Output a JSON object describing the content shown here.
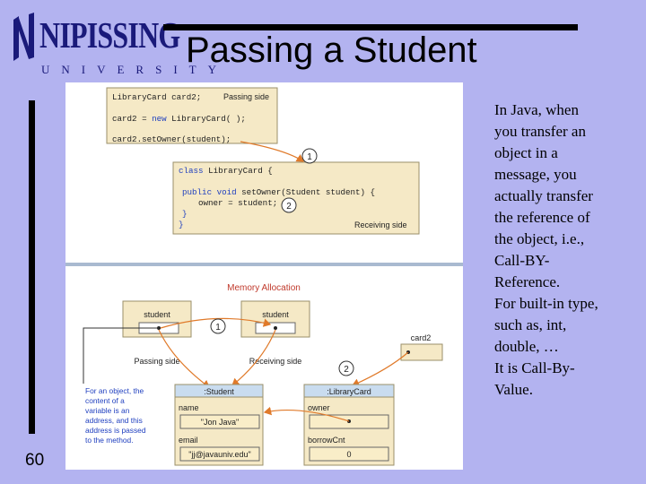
{
  "logo": {
    "wordmark": "NIPISSING",
    "subtitle": "UNIVERSITY"
  },
  "slide": {
    "title": "Passing a Student",
    "page_number": "60",
    "body_lines": [
      "In Java, when",
      "you transfer an",
      "object in a",
      "message, you",
      "actually transfer",
      "the reference of",
      "the object, i.e.,",
      "Call-BY-",
      "Reference.",
      "For built-in type,",
      "such as, int,",
      "double, …",
      "It is Call-By-",
      "Value."
    ]
  },
  "figure": {
    "passing_code": {
      "line1": "LibraryCard card2;",
      "line2_pre": "card2 = ",
      "line2_kw": "new",
      "line2_post": " LibraryCard( );",
      "line3": "card2.setOwner(student);",
      "side_label": "Passing side"
    },
    "receiving_code": {
      "line1_kw": "class",
      "line1_post": " LibraryCard {",
      "line2_kw": "public void",
      "line2_post": " setOwner(Student student) {",
      "line3": "owner = student;",
      "line4": "}",
      "line5": "}",
      "side_label": "Receiving side"
    },
    "markers": {
      "one": "1",
      "two": "2"
    },
    "memory": {
      "heading": "Memory Allocation",
      "student_var_passing": "student",
      "student_var_receiving": "student",
      "passing_label": "Passing side",
      "receiving_label": "Receiving side",
      "card2_label": "card2",
      "note": [
        "For an object, the",
        "content of a",
        "variable is an",
        "address, and this",
        "address is passed",
        "to the method."
      ],
      "student_obj": {
        "header": ":Student",
        "name_label": "name",
        "name_value": "\"Jon Java\"",
        "email_label": "email",
        "email_value": "\"jj@javauniv.edu\""
      },
      "card_obj": {
        "header": ":LibraryCard",
        "owner_label": "owner",
        "borrow_label": "borrowCnt",
        "borrow_value": "0"
      }
    }
  },
  "colors": {
    "background": "#b3b3f0",
    "logo_blue": "#1a1a7a",
    "keyword_blue": "#1f3fbf",
    "arrow_orange": "#e07a2a",
    "heading_red": "#c0392b",
    "panel_cream": "#f5e9c6",
    "header_blue": "#c9dcef"
  }
}
